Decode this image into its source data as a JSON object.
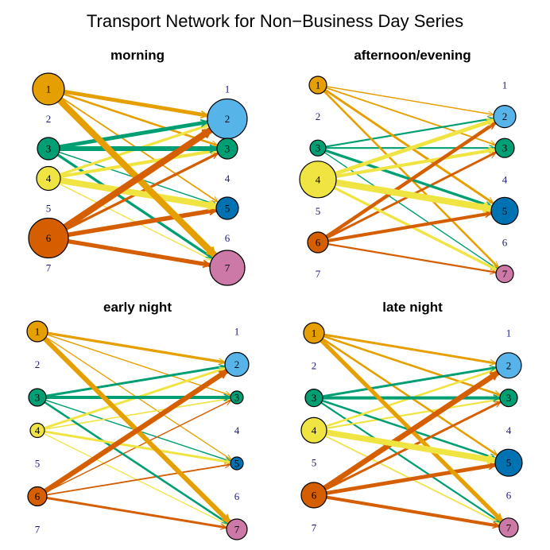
{
  "title": "Transport Network for Non−Business Day Series",
  "colors": {
    "1": "#E69F00",
    "2": "#56B4E9",
    "3": "#009E73",
    "4": "#F0E442",
    "5": "#0072B2",
    "6": "#D55E00",
    "7": "#CC79A7"
  },
  "node_ids": [
    "1",
    "2",
    "3",
    "4",
    "5",
    "6",
    "7"
  ],
  "panels": [
    {
      "id": "morning",
      "title": "morning",
      "left_sizes": {
        "1": 0.75,
        "2": 0,
        "3": 0.45,
        "4": 0.5,
        "5": 0,
        "6": 1.0,
        "7": 0
      },
      "right_sizes": {
        "1": 0,
        "2": 1.0,
        "3": 0.4,
        "4": 0,
        "5": 0.45,
        "6": 0,
        "7": 0.85
      },
      "flows": [
        {
          "from": "1",
          "to": "2",
          "w": 0.55
        },
        {
          "from": "1",
          "to": "3",
          "w": 0.25
        },
        {
          "from": "1",
          "to": "5",
          "w": 0.15
        },
        {
          "from": "1",
          "to": "7",
          "w": 1.0
        },
        {
          "from": "3",
          "to": "2",
          "w": 0.55
        },
        {
          "from": "3",
          "to": "3",
          "w": 0.7
        },
        {
          "from": "3",
          "to": "5",
          "w": 0.1
        },
        {
          "from": "3",
          "to": "7",
          "w": 0.35
        },
        {
          "from": "4",
          "to": "2",
          "w": 0.35
        },
        {
          "from": "4",
          "to": "3",
          "w": 0.45
        },
        {
          "from": "4",
          "to": "5",
          "w": 0.95
        },
        {
          "from": "4",
          "to": "7",
          "w": 0.1
        },
        {
          "from": "6",
          "to": "2",
          "w": 1.0
        },
        {
          "from": "6",
          "to": "3",
          "w": 0.35
        },
        {
          "from": "6",
          "to": "5",
          "w": 0.65
        },
        {
          "from": "6",
          "to": "7",
          "w": 0.6
        }
      ]
    },
    {
      "id": "afternoon",
      "title": "afternoon/evening",
      "left_sizes": {
        "1": 0.3,
        "2": 0,
        "3": 0.25,
        "4": 0.9,
        "5": 0,
        "6": 0.4,
        "7": 0
      },
      "right_sizes": {
        "1": 0,
        "2": 0.45,
        "3": 0.35,
        "4": 0,
        "5": 0.6,
        "6": 0,
        "7": 0.3
      },
      "flows": [
        {
          "from": "1",
          "to": "2",
          "w": 0.1
        },
        {
          "from": "1",
          "to": "3",
          "w": 0.15
        },
        {
          "from": "1",
          "to": "5",
          "w": 0.3
        },
        {
          "from": "1",
          "to": "7",
          "w": 0.25
        },
        {
          "from": "3",
          "to": "2",
          "w": 0.2
        },
        {
          "from": "3",
          "to": "3",
          "w": 0.2
        },
        {
          "from": "3",
          "to": "5",
          "w": 0.35
        },
        {
          "from": "3",
          "to": "7",
          "w": 0.1
        },
        {
          "from": "4",
          "to": "2",
          "w": 0.55
        },
        {
          "from": "4",
          "to": "3",
          "w": 0.45
        },
        {
          "from": "4",
          "to": "5",
          "w": 1.0
        },
        {
          "from": "4",
          "to": "7",
          "w": 0.35
        },
        {
          "from": "6",
          "to": "2",
          "w": 0.5
        },
        {
          "from": "6",
          "to": "3",
          "w": 0.3
        },
        {
          "from": "6",
          "to": "5",
          "w": 0.45
        },
        {
          "from": "6",
          "to": "7",
          "w": 0.2
        }
      ]
    },
    {
      "id": "early_night",
      "title": "early night",
      "left_sizes": {
        "1": 0.4,
        "2": 0,
        "3": 0.3,
        "4": 0.2,
        "5": 0,
        "6": 0.35,
        "7": 0
      },
      "right_sizes": {
        "1": 0,
        "2": 0.5,
        "3": 0.15,
        "4": 0,
        "5": 0.15,
        "6": 0,
        "7": 0.4
      },
      "flows": [
        {
          "from": "1",
          "to": "2",
          "w": 0.35
        },
        {
          "from": "1",
          "to": "3",
          "w": 0.1
        },
        {
          "from": "1",
          "to": "5",
          "w": 0.08
        },
        {
          "from": "1",
          "to": "7",
          "w": 0.7
        },
        {
          "from": "3",
          "to": "2",
          "w": 0.3
        },
        {
          "from": "3",
          "to": "3",
          "w": 0.45
        },
        {
          "from": "3",
          "to": "5",
          "w": 0.1
        },
        {
          "from": "3",
          "to": "7",
          "w": 0.25
        },
        {
          "from": "4",
          "to": "2",
          "w": 0.3
        },
        {
          "from": "4",
          "to": "3",
          "w": 0.12
        },
        {
          "from": "4",
          "to": "5",
          "w": 0.3
        },
        {
          "from": "4",
          "to": "7",
          "w": 0.08
        },
        {
          "from": "6",
          "to": "2",
          "w": 0.75
        },
        {
          "from": "6",
          "to": "3",
          "w": 0.1
        },
        {
          "from": "6",
          "to": "5",
          "w": 0.15
        },
        {
          "from": "6",
          "to": "7",
          "w": 0.3
        }
      ]
    },
    {
      "id": "late_night",
      "title": "late night",
      "left_sizes": {
        "1": 0.4,
        "2": 0,
        "3": 0.3,
        "4": 0.55,
        "5": 0,
        "6": 0.55,
        "7": 0
      },
      "right_sizes": {
        "1": 0,
        "2": 0.55,
        "3": 0.3,
        "4": 0,
        "5": 0.6,
        "6": 0,
        "7": 0.35
      },
      "flows": [
        {
          "from": "1",
          "to": "2",
          "w": 0.3
        },
        {
          "from": "1",
          "to": "3",
          "w": 0.25
        },
        {
          "from": "1",
          "to": "5",
          "w": 0.25
        },
        {
          "from": "1",
          "to": "7",
          "w": 0.6
        },
        {
          "from": "3",
          "to": "2",
          "w": 0.3
        },
        {
          "from": "3",
          "to": "3",
          "w": 0.45
        },
        {
          "from": "3",
          "to": "5",
          "w": 0.25
        },
        {
          "from": "3",
          "to": "7",
          "w": 0.2
        },
        {
          "from": "4",
          "to": "2",
          "w": 0.25
        },
        {
          "from": "4",
          "to": "3",
          "w": 0.2
        },
        {
          "from": "4",
          "to": "5",
          "w": 0.9
        },
        {
          "from": "4",
          "to": "7",
          "w": 0.15
        },
        {
          "from": "6",
          "to": "2",
          "w": 0.8
        },
        {
          "from": "6",
          "to": "3",
          "w": 0.3
        },
        {
          "from": "6",
          "to": "5",
          "w": 0.55
        },
        {
          "from": "6",
          "to": "7",
          "w": 0.45
        }
      ]
    }
  ]
}
